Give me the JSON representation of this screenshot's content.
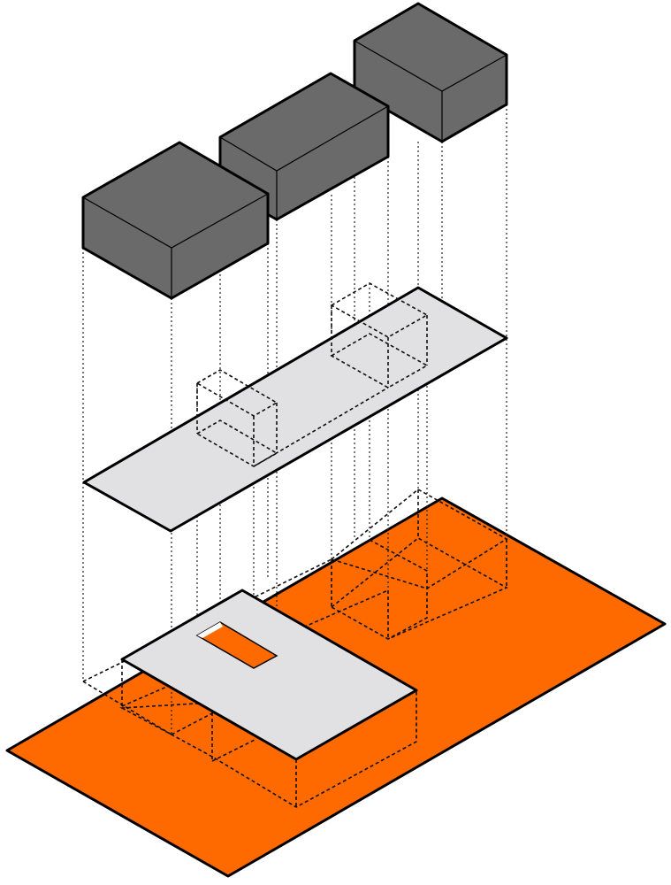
{
  "diagram": {
    "type": "exploded-axonometric",
    "colors": {
      "ground": "#ff6a00",
      "slab": "#e1e1e3",
      "mass": "#6a6a6a",
      "line": "#000000",
      "background": "#ffffff"
    },
    "layers": [
      "roof-masses",
      "upper-floor-slab",
      "lower-floor-slab",
      "ground-plane"
    ]
  }
}
